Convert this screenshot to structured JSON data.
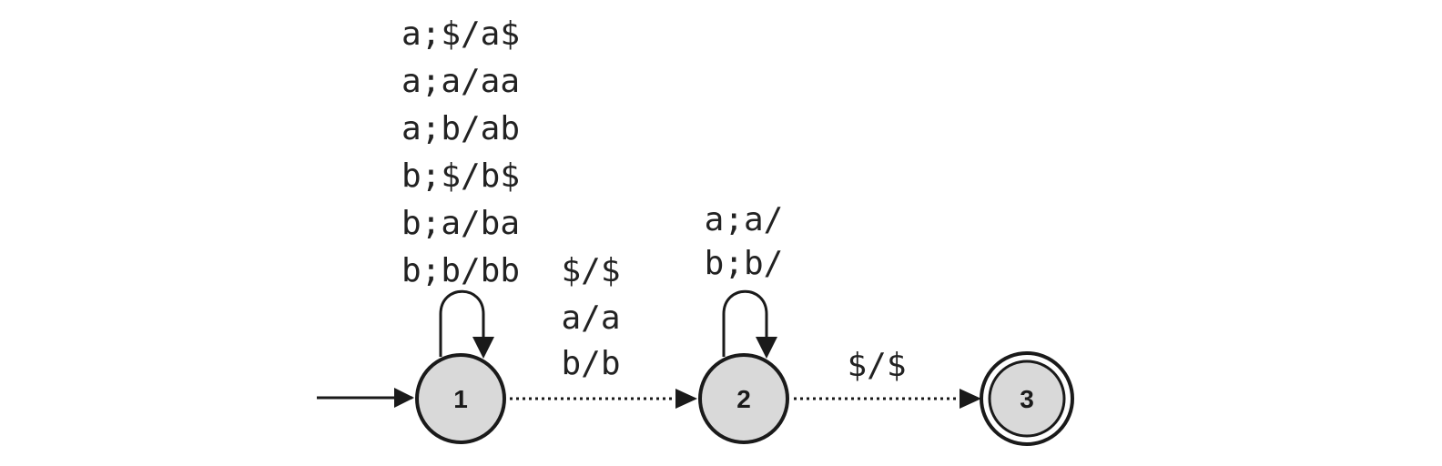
{
  "states": [
    {
      "id": "1",
      "label": "1",
      "initial": true,
      "accepting": false
    },
    {
      "id": "2",
      "label": "2",
      "initial": false,
      "accepting": false
    },
    {
      "id": "3",
      "label": "3",
      "initial": false,
      "accepting": true
    }
  ],
  "transitions": {
    "loop_1": {
      "from": "1",
      "to": "1",
      "labels": [
        "a;$/a$",
        "a;a/aa",
        "a;b/ab",
        "b;$/b$",
        "b;a/ba",
        "b;b/bb"
      ]
    },
    "edge_1_2": {
      "from": "1",
      "to": "2",
      "labels": [
        "$/$",
        "a/a",
        "b/b"
      ]
    },
    "loop_2": {
      "from": "2",
      "to": "2",
      "labels": [
        "a;a/",
        "b;b/"
      ]
    },
    "edge_2_3": {
      "from": "2",
      "to": "3",
      "labels": [
        "$/$"
      ]
    }
  },
  "colors": {
    "state_fill": "#d9d9d9",
    "stroke": "#1a1a1a"
  }
}
